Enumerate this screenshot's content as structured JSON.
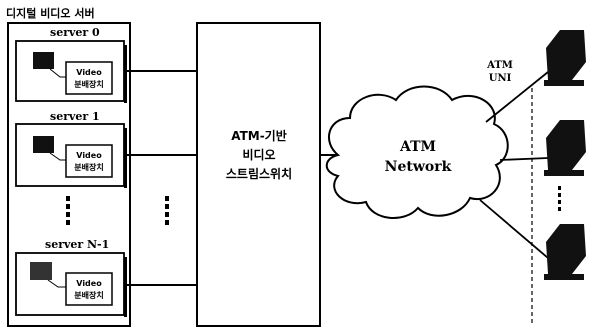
{
  "diagram": {
    "title": "디지털 비디오 서버",
    "servers": [
      {
        "name": "server 0",
        "box_line1": "Video",
        "box_line2": "분배장치"
      },
      {
        "name": "server 1",
        "box_line1": "Video",
        "box_line2": "분배장치"
      },
      {
        "name": "server N-1",
        "box_line1": "Video",
        "box_line2": "분배장치"
      }
    ],
    "switch": {
      "line1": "ATM-기반",
      "line2": "비디오",
      "line3": "스트림스위치"
    },
    "network": {
      "line1": "ATM",
      "line2": "Network"
    },
    "uni": {
      "line1": "ATM",
      "line2": "UNI"
    },
    "colors": {
      "stroke": "#000000",
      "background": "#ffffff",
      "terminal": "#111111"
    },
    "icons": [
      "ellipsis-vertical-icon",
      "terminal-icon",
      "cloud-icon"
    ]
  }
}
